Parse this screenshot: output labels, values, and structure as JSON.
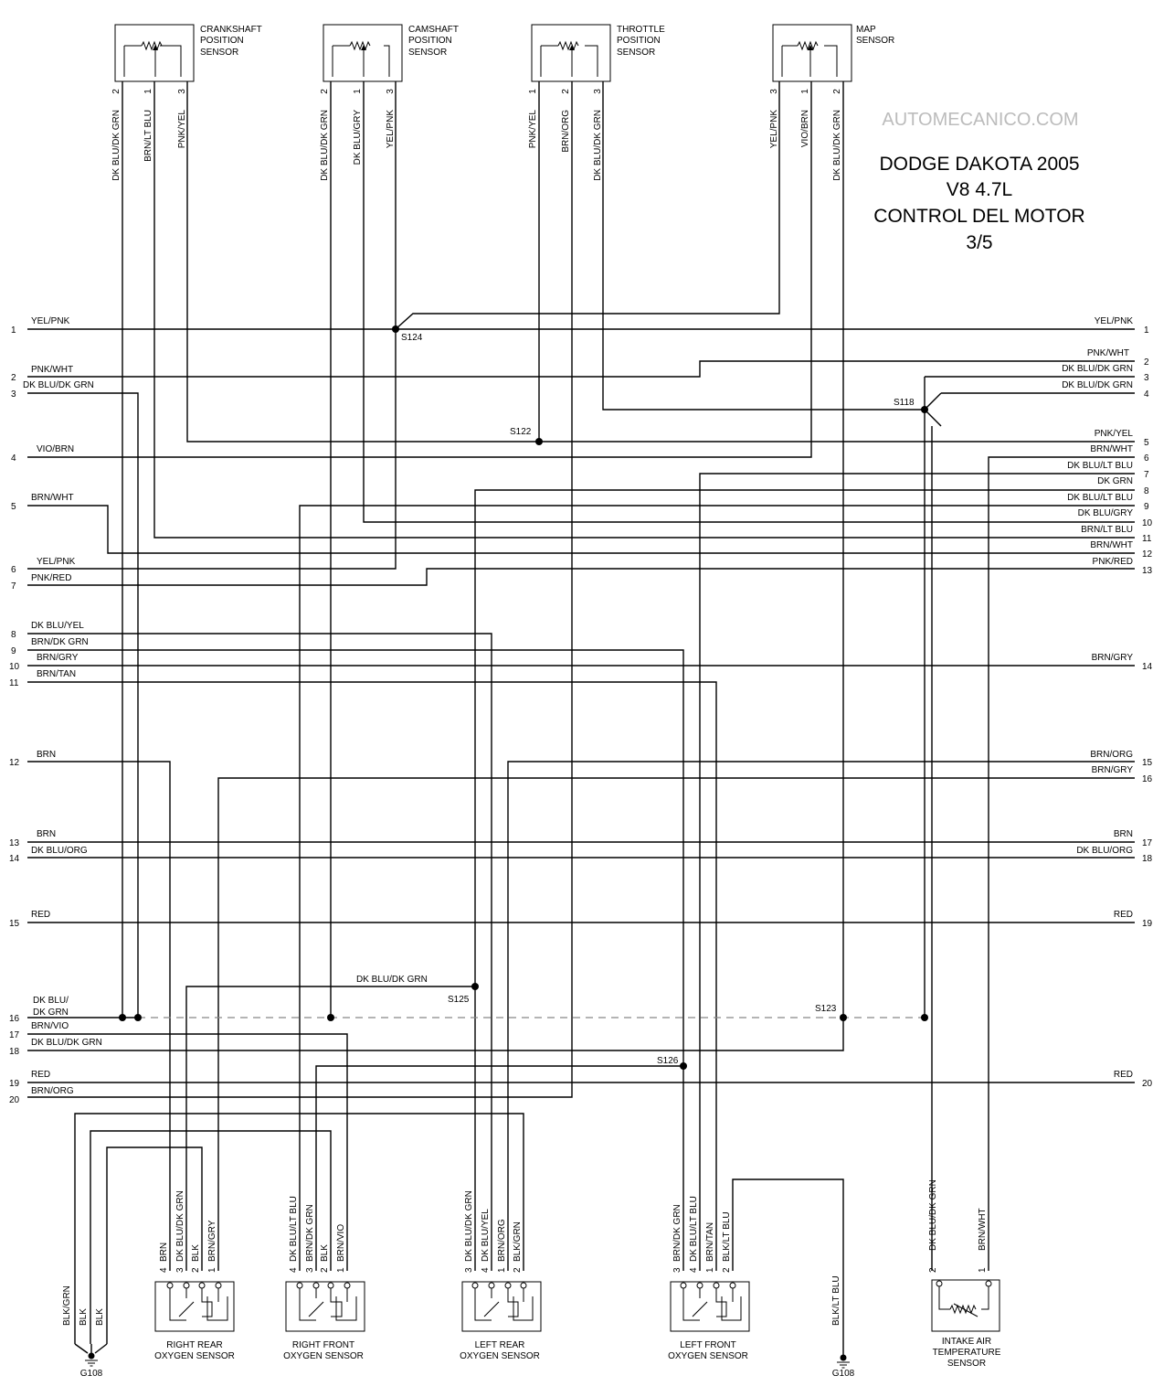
{
  "watermark": "AUTOMECANICO.COM",
  "title": [
    "DODGE DAKOTA 2005",
    "V8 4.7L",
    "CONTROL DEL MOTOR",
    "3/5"
  ],
  "top_sensors": [
    {
      "name": [
        "CRANKSHAFT",
        "POSITION",
        "SENSOR"
      ],
      "pins": [
        {
          "n": "2",
          "wire": "DK BLU/DK GRN"
        },
        {
          "n": "1",
          "wire": "BRN/LT BLU"
        },
        {
          "n": "3",
          "wire": "PNK/YEL"
        }
      ]
    },
    {
      "name": [
        "CAMSHAFT",
        "POSITION",
        "SENSOR"
      ],
      "pins": [
        {
          "n": "2",
          "wire": "DK BLU/DK GRN"
        },
        {
          "n": "1",
          "wire": "DK BLU/GRY"
        },
        {
          "n": "3",
          "wire": "YEL/PNK"
        }
      ]
    },
    {
      "name": [
        "THROTTLE",
        "POSITION",
        "SENSOR"
      ],
      "pins": [
        {
          "n": "1",
          "wire": "PNK/YEL"
        },
        {
          "n": "2",
          "wire": "BRN/ORG"
        },
        {
          "n": "3",
          "wire": "DK BLU/DK GRN"
        }
      ]
    },
    {
      "name": [
        "MAP",
        "SENSOR"
      ],
      "pins": [
        {
          "n": "3",
          "wire": "YEL/PNK"
        },
        {
          "n": "1",
          "wire": "VIO/BRN"
        },
        {
          "n": "2",
          "wire": "DK BLU/DK GRN"
        }
      ]
    }
  ],
  "left_connector": [
    {
      "n": "1",
      "wire": "YEL/PNK"
    },
    {
      "n": "2",
      "wire": "PNK/WHT"
    },
    {
      "n": "3",
      "wire": "DK BLU/DK GRN"
    },
    {
      "n": "4",
      "wire": "VIO/BRN"
    },
    {
      "n": "5",
      "wire": "BRN/WHT"
    },
    {
      "n": "6",
      "wire": "YEL/PNK"
    },
    {
      "n": "7",
      "wire": "PNK/RED"
    },
    {
      "n": "8",
      "wire": "DK BLU/YEL"
    },
    {
      "n": "9",
      "wire": "BRN/DK GRN"
    },
    {
      "n": "10",
      "wire": "BRN/GRY"
    },
    {
      "n": "11",
      "wire": "BRN/TAN"
    },
    {
      "n": "12",
      "wire": "BRN"
    },
    {
      "n": "13",
      "wire": "BRN"
    },
    {
      "n": "14",
      "wire": "DK BLU/ORG"
    },
    {
      "n": "15",
      "wire": "RED"
    },
    {
      "n": "16",
      "wire": "DK BLU/"
    },
    {
      "n": "17",
      "wire": "BRN/VIO"
    },
    {
      "n": "18",
      "wire": "DK BLU/DK GRN"
    },
    {
      "n": "19",
      "wire": "RED"
    },
    {
      "n": "20",
      "wire": "BRN/ORG"
    }
  ],
  "left_16_second_line": "DK GRN",
  "right_connector": [
    {
      "n": "1",
      "wire": "YEL/PNK"
    },
    {
      "n": "2",
      "wire": "PNK/WHT"
    },
    {
      "n": "3",
      "wire": "DK BLU/DK GRN"
    },
    {
      "n": "4",
      "wire": "DK BLU/DK GRN"
    },
    {
      "n": "5",
      "wire": "PNK/YEL"
    },
    {
      "n": "6",
      "wire": "BRN/WHT"
    },
    {
      "n": "7",
      "wire": "DK BLU/LT BLU"
    },
    {
      "n": "8",
      "wire": "DK GRN"
    },
    {
      "n": "9",
      "wire": "DK BLU/LT BLU"
    },
    {
      "n": "10",
      "wire": "DK BLU/GRY"
    },
    {
      "n": "11",
      "wire": "BRN/LT BLU"
    },
    {
      "n": "12",
      "wire": "BRN/WHT"
    },
    {
      "n": "13",
      "wire": "PNK/RED"
    },
    {
      "n": "14",
      "wire": "BRN/GRY"
    },
    {
      "n": "15",
      "wire": "BRN/ORG"
    },
    {
      "n": "16",
      "wire": "BRN/GRY"
    },
    {
      "n": "17",
      "wire": "BRN"
    },
    {
      "n": "18",
      "wire": "DK BLU/ORG"
    },
    {
      "n": "19",
      "wire": "RED"
    },
    {
      "n": "20",
      "wire": "RED"
    }
  ],
  "splices": [
    "S124",
    "S118",
    "S122",
    "S125",
    "S123",
    "S126"
  ],
  "wire_s125": "DK BLU/DK GRN",
  "bottom_sensors": [
    {
      "name": [
        "RIGHT REAR",
        "OXYGEN SENSOR"
      ],
      "pins": [
        {
          "n": "4",
          "wire": "BRN"
        },
        {
          "n": "3",
          "wire": "DK BLU/DK GRN"
        },
        {
          "n": "2",
          "wire": "BLK"
        },
        {
          "n": "1",
          "wire": "BRN/GRY"
        }
      ]
    },
    {
      "name": [
        "RIGHT FRONT",
        "OXYGEN SENSOR"
      ],
      "pins": [
        {
          "n": "4",
          "wire": "DK BLU/LT BLU"
        },
        {
          "n": "3",
          "wire": "BRN/DK GRN"
        },
        {
          "n": "2",
          "wire": "BLK"
        },
        {
          "n": "1",
          "wire": "BRN/VIO"
        }
      ]
    },
    {
      "name": [
        "LEFT REAR",
        "OXYGEN SENSOR"
      ],
      "pins": [
        {
          "n": "3",
          "wire": "DK BLU/DK GRN"
        },
        {
          "n": "4",
          "wire": "DK BLU/YEL"
        },
        {
          "n": "1",
          "wire": "BRN/ORG"
        },
        {
          "n": "2",
          "wire": "BLK/GRN"
        }
      ]
    },
    {
      "name": [
        "LEFT FRONT",
        "OXYGEN SENSOR"
      ],
      "pins": [
        {
          "n": "3",
          "wire": "BRN/DK GRN"
        },
        {
          "n": "4",
          "wire": "DK BLU/LT BLU"
        },
        {
          "n": "1",
          "wire": "BRN/TAN"
        },
        {
          "n": "2",
          "wire": "BLK/LT BLU"
        }
      ]
    },
    {
      "name": [
        "INTAKE AIR",
        "TEMPERATURE",
        "SENSOR"
      ],
      "pins": [
        {
          "n": "2",
          "wire": "DK BLU/DK GRN"
        },
        {
          "n": "1",
          "wire": "BRN/WHT"
        }
      ]
    }
  ],
  "ground_wires": [
    "BLK/GRN",
    "BLK",
    "BLK"
  ],
  "ground_wire_right": "BLK/LT BLU",
  "grounds": [
    "G108",
    "G108"
  ]
}
